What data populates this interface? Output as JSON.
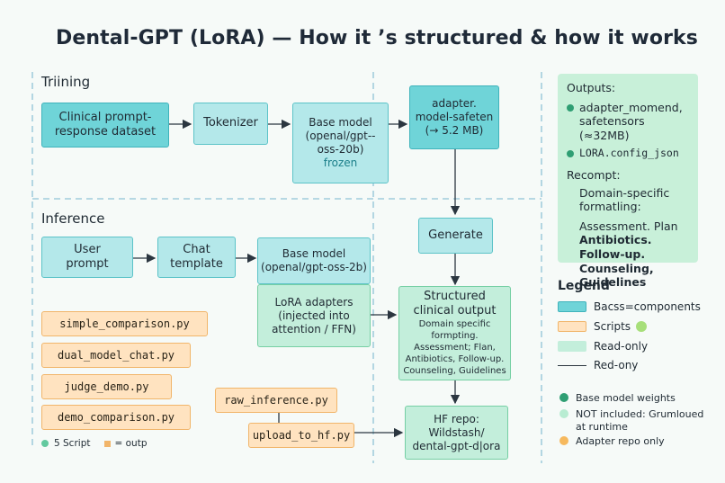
{
  "title": "Dental-GPT (LoRA) — How it ’s structured & how it works",
  "sections": {
    "training": "Triining",
    "inference": "Inference"
  },
  "training": {
    "dataset": [
      "Clinical prompt-",
      "response dataset"
    ],
    "tokenizer": "Tokenizer",
    "base_model": [
      "Base model",
      "(openal/gpt--",
      "oss-20b)"
    ],
    "frozen": "frozen",
    "adapter": [
      "adapter.",
      "model-safeten",
      "(→ 5.2 MB)"
    ]
  },
  "inference": {
    "user_prompt": [
      "User",
      "prompt"
    ],
    "chat_template": [
      "Chat",
      "template"
    ],
    "base_model": [
      "Base model",
      "(openal/gpt-oss-2b)"
    ],
    "lora": [
      "LoRA adapters",
      "(injected into",
      "attention / FFN)"
    ],
    "generate": "Generate",
    "structured_title": [
      "Structured",
      "clinical output"
    ],
    "structured_body": [
      "Domain specific formpting.",
      "Assessment; Flan,",
      "Antibiotics, Follow-up.",
      "Counseling, Guidelines"
    ],
    "hf_repo": [
      "HF repo:",
      "Wildstash/",
      "dental-gpt-d|ora"
    ]
  },
  "scripts": [
    "simple_comparison.py",
    "dual_model_chat.py",
    "judge_demo.py",
    "demo_comparison.py",
    "raw_inference.py",
    "upload_to_hf.py"
  ],
  "footer": {
    "script_label": "5 Script",
    "outp_label": "= outp"
  },
  "outputs": {
    "heading": "Outputs:",
    "items": [
      "adapter_momend, safetensors (≈32MB)",
      "LORA.config_json"
    ],
    "recompt_heading": "Recompt:",
    "domain": "Domain-specific formatling:",
    "assessment_line1": "Assessment. Plan",
    "assessment_line2": "Antibiotics. Follow-up. Counseling, Guidelines"
  },
  "legend": {
    "title": "Legend",
    "rows": [
      "Bacss=components",
      "Scripts",
      "Read-only",
      "Red-ony"
    ],
    "notes": [
      "Base model weights",
      "NOT included: Grumloued at runtime",
      "Adapter repo only"
    ]
  },
  "colors": {
    "teal": "#6fd4d8",
    "teal_light": "#b4e8ea",
    "green_light": "#c3eedb",
    "orange": "#ffe3c0",
    "dot_green": "#2f9e73",
    "dot_mint": "#b8ecd2",
    "dot_orange": "#f6b95e",
    "dot_script": "#62c99f",
    "dot_outp": "#f1b56a",
    "legend_green_dot": "#a7df7a"
  }
}
